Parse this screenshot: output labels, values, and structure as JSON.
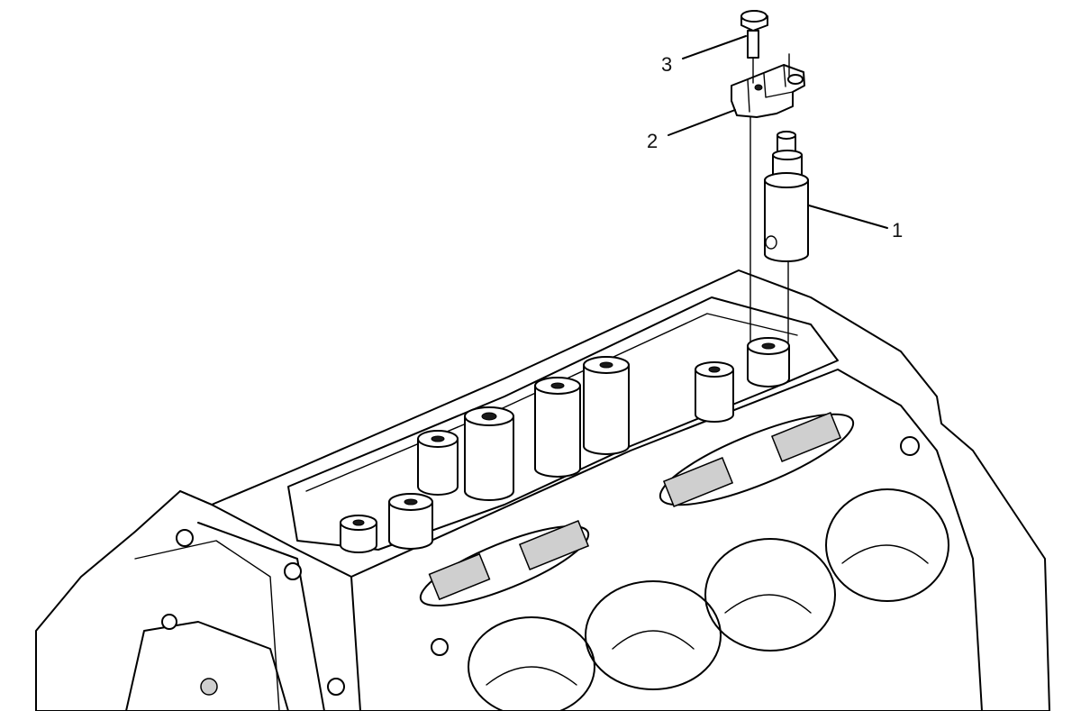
{
  "callouts": [
    {
      "id": "1",
      "label": "1"
    },
    {
      "id": "2",
      "label": "2"
    },
    {
      "id": "3",
      "label": "3"
    }
  ],
  "colors": {
    "line": "#000000",
    "background": "#ffffff",
    "shade": "#cfcfcf"
  }
}
